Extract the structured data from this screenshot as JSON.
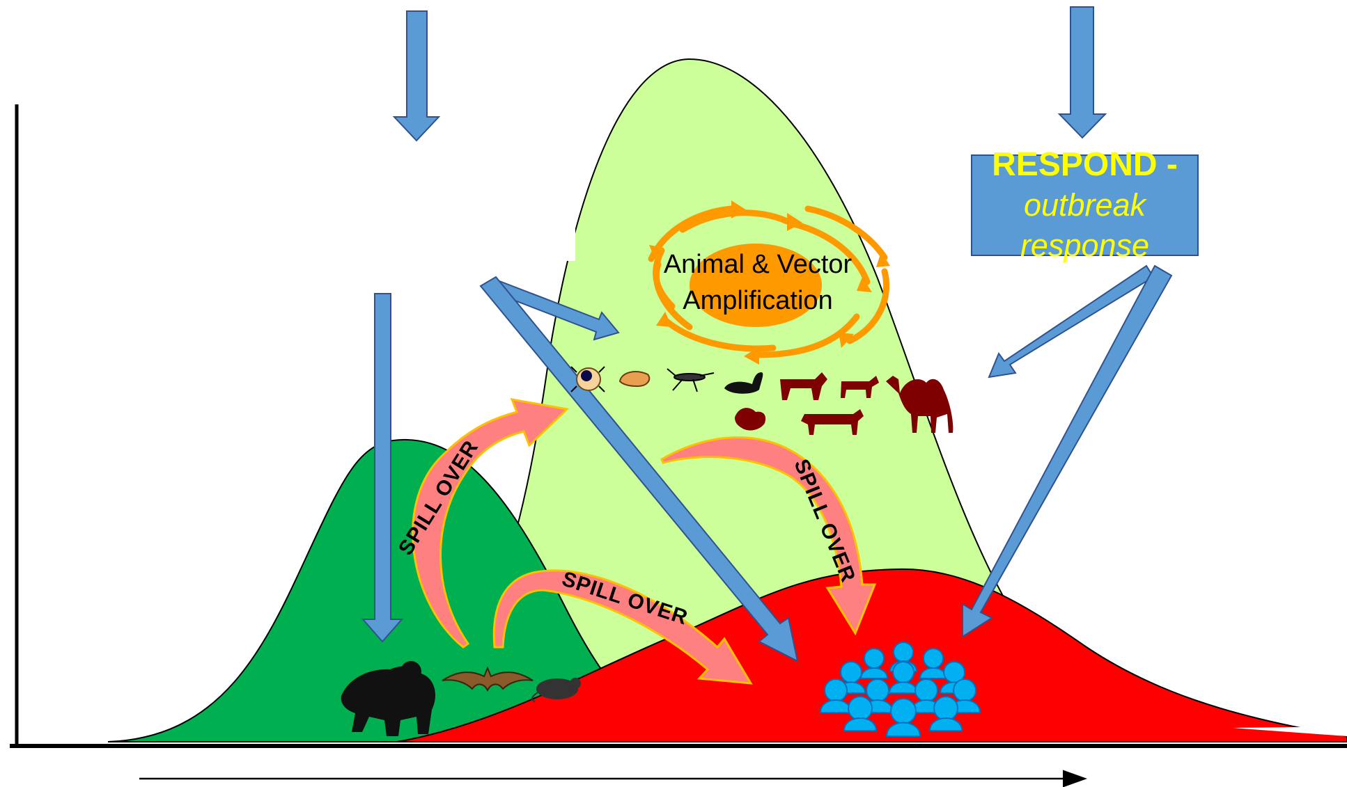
{
  "respond": {
    "title": "RESPOND -",
    "subtitle": "outbreak response"
  },
  "amplification": {
    "line1": "Animal & Vector",
    "line2": "Amplification"
  },
  "spill_over_labels": [
    "SPILL OVER",
    "SPILL OVER",
    "SPILL OVER"
  ],
  "curves": [
    {
      "name": "wildlife-reservoir",
      "color": "#00b050"
    },
    {
      "name": "animal-vector-amplification",
      "color": "#ccff99"
    },
    {
      "name": "human-outbreak",
      "color": "#ff0000"
    }
  ],
  "colors": {
    "arrow_blue": "#5b9bd5",
    "spill_arrow": "#ff8080",
    "spill_arrow_outline": "#ffc000",
    "amplification_sun": "#ff9900",
    "people": "#00b0f0",
    "animals": "#7f0000"
  },
  "icons": [
    "gorilla-icon",
    "bat-icon",
    "rodent-icon",
    "tick-icon",
    "shrimp-icon",
    "mosquito-icon",
    "bird-icon",
    "goat-icon",
    "calf-icon",
    "camel-icon",
    "chicken-icon",
    "cow-icon",
    "people-group-icon"
  ]
}
